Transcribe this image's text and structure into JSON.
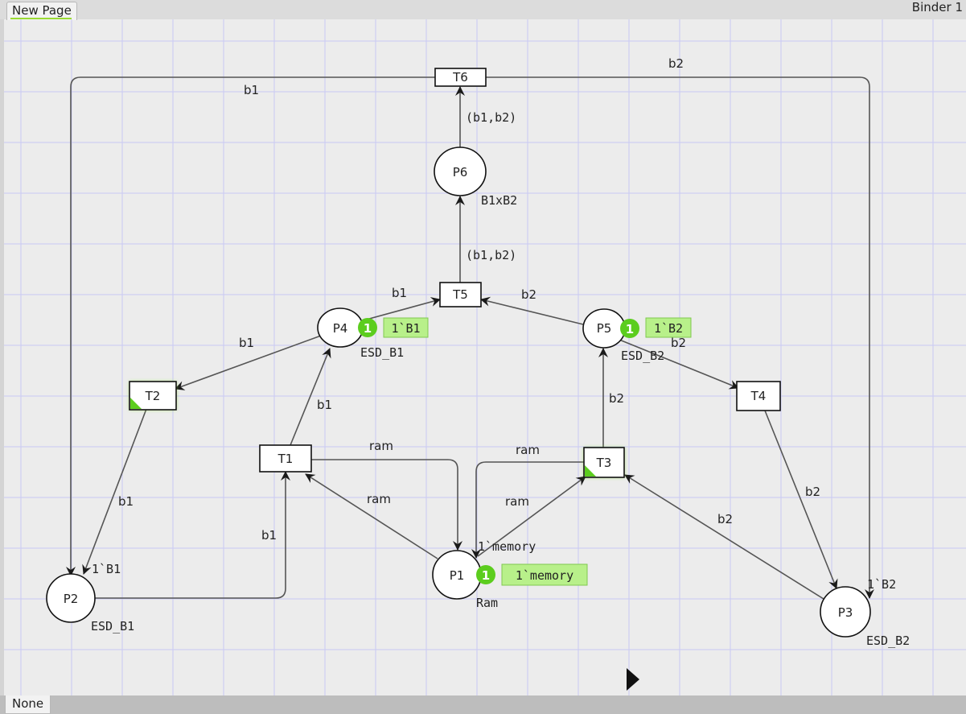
{
  "tabs": {
    "page_tab": "New Page",
    "binder_label": "Binder 1",
    "bottom_tab": "None"
  },
  "colors": {
    "token": "#5ccd1e",
    "marking_bg": "#b8f08a",
    "grid": "#c9c9f4",
    "enabled_glow": "#8ee03e"
  },
  "places": {
    "P1": {
      "name": "P1",
      "type": "Ram",
      "initial": "1`memory",
      "count": "1",
      "marking": "1`memory"
    },
    "P2": {
      "name": "P2",
      "type": "ESD_B1",
      "initial": "1`B1"
    },
    "P3": {
      "name": "P3",
      "type": "ESD_B2",
      "initial": "1`B2"
    },
    "P4": {
      "name": "P4",
      "type": "ESD_B1",
      "count": "1",
      "marking": "1`B1"
    },
    "P5": {
      "name": "P5",
      "type": "ESD_B2",
      "count": "1",
      "marking": "1`B2"
    },
    "P6": {
      "name": "P6",
      "type": "B1xB2"
    }
  },
  "transitions": {
    "T1": {
      "name": "T1",
      "enabled": false
    },
    "T2": {
      "name": "T2",
      "enabled": true
    },
    "T3": {
      "name": "T3",
      "enabled": true
    },
    "T4": {
      "name": "T4",
      "enabled": false
    },
    "T5": {
      "name": "T5",
      "enabled": false
    },
    "T6": {
      "name": "T6",
      "enabled": false
    }
  },
  "arcs": {
    "t6_p2": "b1",
    "t6_p3": "b2",
    "p6_t6": "(b1,b2)",
    "t5_p6": "(b1,b2)",
    "p4_t5": "b1",
    "p5_t5": "b2",
    "p4_t2": "b1",
    "t1_p4": "b1",
    "p5_t4": "b2",
    "t3_p5": "b2",
    "t2_p2": "b1",
    "p2_t1": "b1",
    "t1_p1": "ram",
    "p1_t1": "ram",
    "t3_p1": "ram",
    "p1_t3": "ram",
    "p3_t3": "b2",
    "t4_p3": "b2"
  }
}
